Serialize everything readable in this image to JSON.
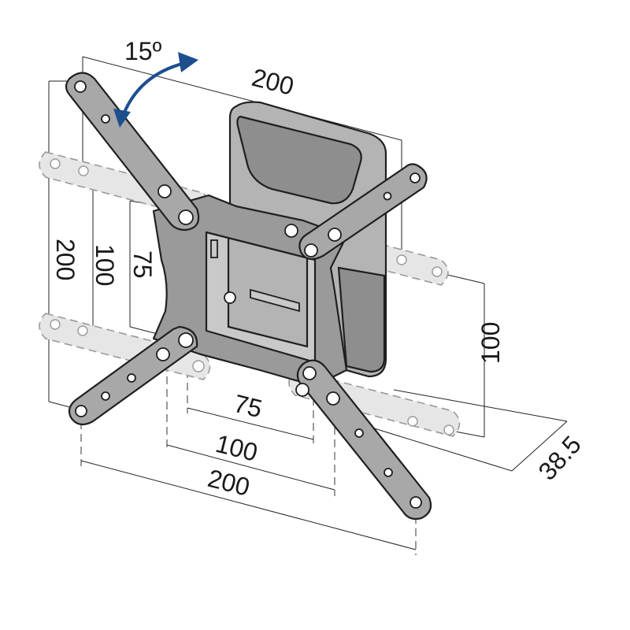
{
  "rotation_label": "15º",
  "dims": {
    "top_width": "200",
    "left_outer_height": "200",
    "left_mid_height": "100",
    "left_inner_height": "75",
    "right_height": "100",
    "bottom_inner_width": "75",
    "bottom_mid_width": "100",
    "bottom_outer_width": "200",
    "depth": "38.5"
  },
  "colors": {
    "arrow": "#1d4f8f",
    "metal": "#a8a8a8",
    "ghost": "#e6e6e6"
  }
}
